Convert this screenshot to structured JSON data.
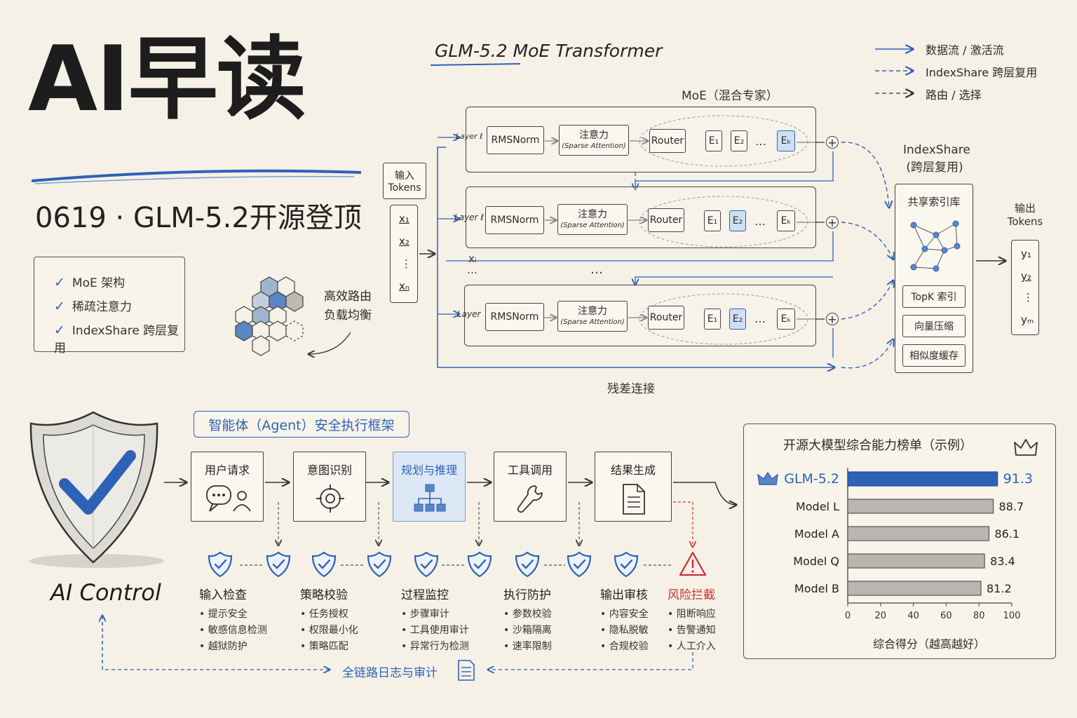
{
  "header": {
    "main_title": "AI早读",
    "subtitle": "0619 · GLM-5.2开源登顶",
    "arch_title": "GLM-5.2  MoE Transformer"
  },
  "legend": [
    {
      "label": "数据流 / 激活流",
      "style": "solid",
      "color": "#2e62b8"
    },
    {
      "label": "IndexShare 跨层复用",
      "style": "dashed",
      "color": "#2e62b8"
    },
    {
      "label": "路由 / 选择",
      "style": "dashed",
      "color": "#555555"
    }
  ],
  "checklist": [
    "MoE 架构",
    "稀疏注意力",
    "IndexShare 跨层复用"
  ],
  "hex_note": [
    "高效路由",
    "负载均衡"
  ],
  "arch": {
    "moe_label": "MoE（混合专家）",
    "input_label": [
      "输入",
      "Tokens"
    ],
    "input_tokens": [
      "x₁",
      "x₂",
      "⋮",
      "xₙ"
    ],
    "mid_token": "xᵢ",
    "dots": "…",
    "layers": [
      {
        "tag": "Layer ℓ",
        "norm": "RMSNorm",
        "attn": "注意力",
        "attn_sub": "(Sparse Attention)",
        "router": "Router",
        "experts": [
          "E₁",
          "E₂",
          "…",
          "Eₖ"
        ],
        "active": 3
      },
      {
        "tag": "Layer ℓ",
        "norm": "RMSNorm",
        "attn": "注意力",
        "attn_sub": "(Sparse Attention)",
        "router": "Router",
        "experts": [
          "E₁",
          "E₂",
          "…",
          "Eₖ"
        ],
        "active": 1
      },
      {
        "tag": "Layer",
        "norm": "RMSNorm",
        "attn": "注意力",
        "attn_sub": "(Sparse Attention)",
        "router": "Router",
        "experts": [
          "E₁",
          "E₂",
          "…",
          "Eₖ"
        ],
        "active": 1
      }
    ],
    "residual_label": "残差连接",
    "indexshare_title": [
      "IndexShare",
      "(跨层复用)"
    ],
    "index_panel": {
      "title": "共享索引库",
      "items": [
        "TopK 索引",
        "向量压缩",
        "相似度缓存"
      ]
    },
    "output_label": [
      "输出",
      "Tokens"
    ],
    "output_tokens": [
      "y₁",
      "y₂",
      "⋮",
      "yₘ"
    ]
  },
  "agent": {
    "title": "智能体（Agent）安全执行框架",
    "steps": [
      "用户请求",
      "意图识别",
      "规划与推理",
      "工具调用",
      "结果生成"
    ],
    "checks": [
      {
        "title": "输入检查",
        "items": [
          "提示安全",
          "敏感信息检测",
          "越狱防护"
        ],
        "risk": false
      },
      {
        "title": "策略校验",
        "items": [
          "任务授权",
          "权限最小化",
          "策略匹配"
        ],
        "risk": false
      },
      {
        "title": "过程监控",
        "items": [
          "步骤审计",
          "工具使用审计",
          "异常行为检测"
        ],
        "risk": false
      },
      {
        "title": "执行防护",
        "items": [
          "参数校验",
          "沙箱隔离",
          "速率限制"
        ],
        "risk": false
      },
      {
        "title": "输出审核",
        "items": [
          "内容安全",
          "隐私脱敏",
          "合规校验"
        ],
        "risk": false
      },
      {
        "title": "风险拦截",
        "items": [
          "阻断响应",
          "告警通知",
          "人工介入"
        ],
        "risk": true
      }
    ],
    "ai_control": "AI Control",
    "audit": "全链路日志与审计"
  },
  "chart_data": {
    "type": "bar",
    "orientation": "horizontal",
    "title": "开源大模型综合能力榜单（示例）",
    "categories": [
      "GLM-5.2",
      "Model L",
      "Model A",
      "Model Q",
      "Model B"
    ],
    "values": [
      91.3,
      88.7,
      86.1,
      83.4,
      81.2
    ],
    "xlabel": "综合得分（越高越好）",
    "xlim": [
      0,
      100
    ],
    "xticks": [
      0,
      20,
      40,
      60,
      80,
      100
    ],
    "highlight_color": "#2e62b8",
    "bar_color": "#b8b6b0"
  }
}
